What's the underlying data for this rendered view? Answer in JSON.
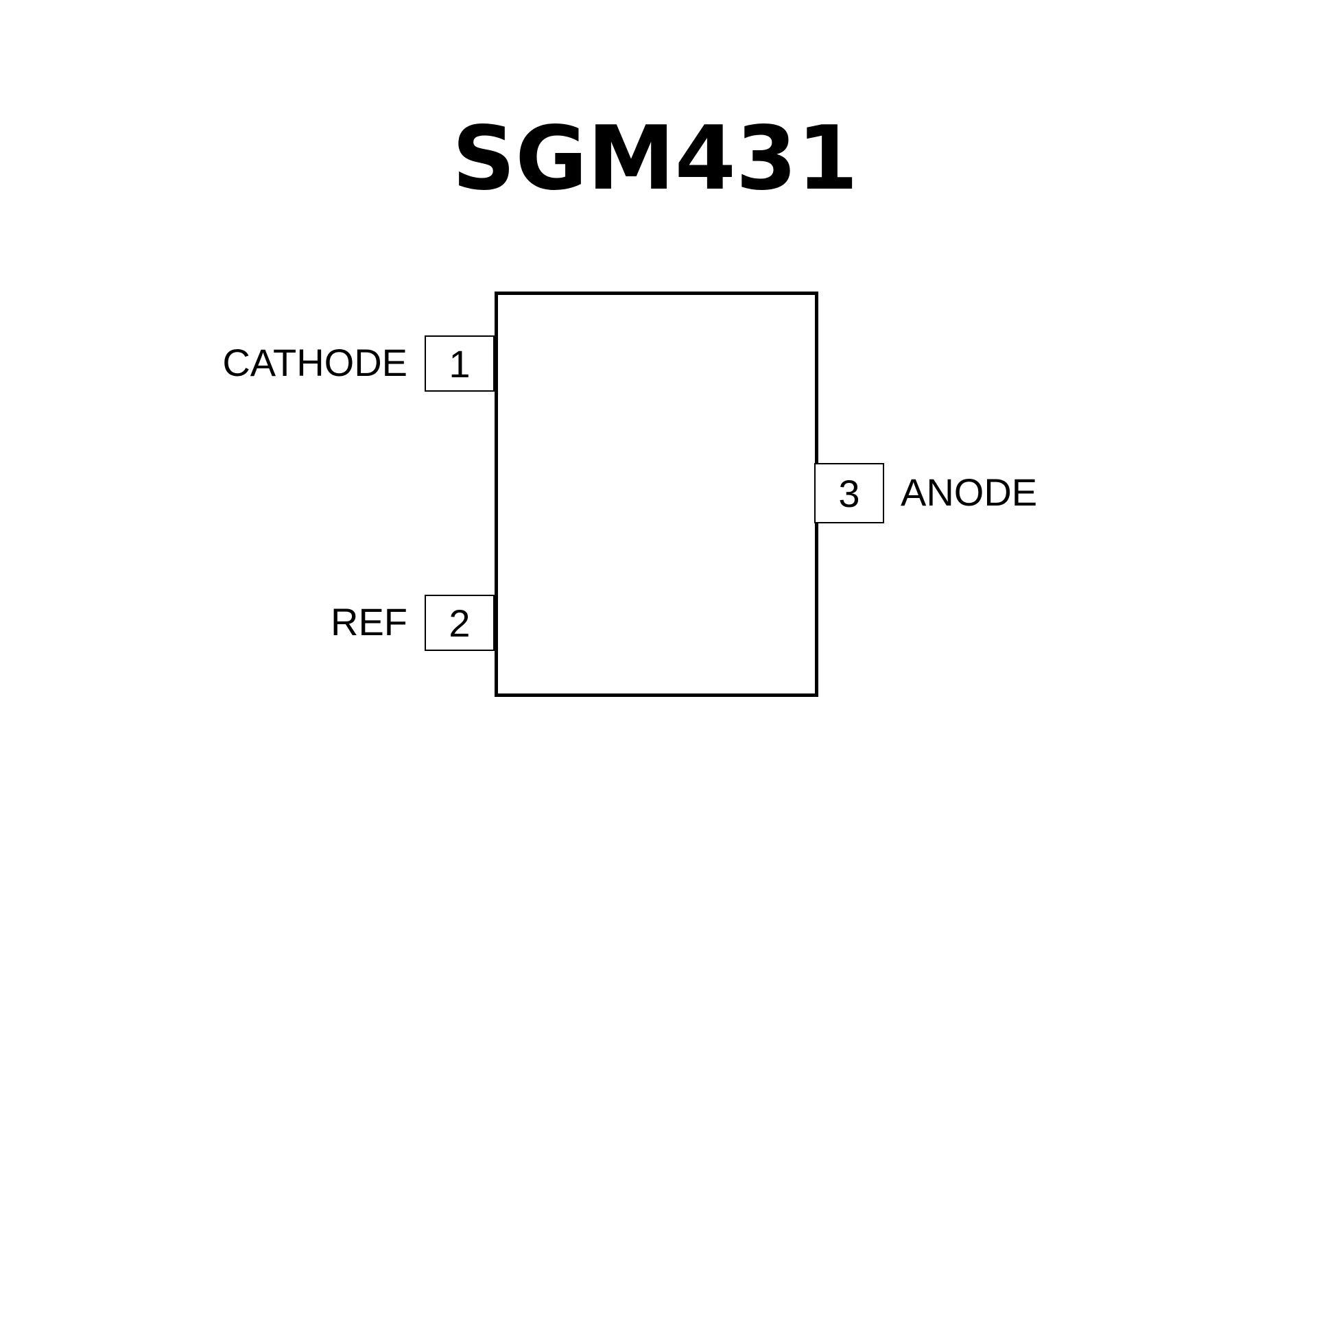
{
  "title": "SGM431",
  "pins": [
    {
      "number": "1",
      "name": "CATHODE"
    },
    {
      "number": "2",
      "name": "REF"
    },
    {
      "number": "3",
      "name": "ANODE"
    }
  ]
}
